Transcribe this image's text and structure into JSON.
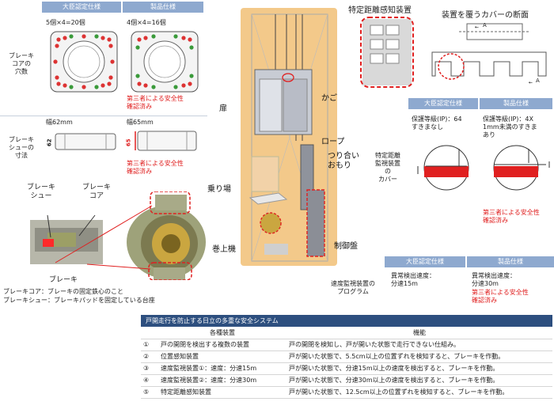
{
  "brake_table": {
    "col_minister": "大臣認定仕様",
    "col_product": "製品仕様",
    "row1_label": "ブレーキ\nコアの\n穴数",
    "row1_minister": "5個×4=20個",
    "row1_product": "4個×4=16個",
    "row1_note": "第三者による安全性\n確認済み",
    "row2_label": "ブレーキ\nシューの\n寸法",
    "row2_minister": "幅62mm",
    "row2_product": "幅65mm",
    "row2_dim_minister": "62",
    "row2_dim_product": "65",
    "row2_note": "第三者による安全性\n確認済み"
  },
  "brake_photo": {
    "label_shoe": "ブレーキ\nシュー",
    "label_core": "ブレーキ\nコア",
    "label_brake": "ブレーキ",
    "caption_1": "ブレーキコア：ブレーキの固定鉄心のこと",
    "caption_2": "ブレーキシュー：ブレーキパッドを固定している台座"
  },
  "elevator": {
    "label_door": "扉",
    "label_car": "かご",
    "label_rope": "ロープ",
    "label_counterweight": "つり合い\nおもり",
    "label_landing": "乗り場",
    "label_hoist": "巻上機",
    "label_controller": "制御盤"
  },
  "sensor": {
    "title": "特定距離感知装置",
    "cover_title": "装置を覆うカバーの断面",
    "cover_marker": "A"
  },
  "cover_table": {
    "col_minister": "大臣認定仕様",
    "col_product": "製品仕様",
    "row_label": "特定距離\n監視装置\nの\nカバー",
    "minister_text": "保護等級(IP)：64\nすきまなし",
    "product_text": "保護等級(IP)：4X\n1mm未満のすきま\nあり",
    "note": "第三者による安全性\n確認済み"
  },
  "speed_table": {
    "col_minister": "大臣認定仕様",
    "col_product": "製品仕様",
    "row_label": "速度監視装置の\nプログラム",
    "minister_text": "異常検出速度：\n分速15m",
    "product_text": "異常検出速度：\n分速30m",
    "note": "第三者による安全性\n確認済み"
  },
  "system_table": {
    "title": "戸開走行を防止する日立の多重な安全システム",
    "col_device": "各種装置",
    "col_function": "機能",
    "rows": [
      {
        "no": "①",
        "device": "戸の開閉を検出する複数の装置",
        "function": "戸の開閉を検知し、戸が開いた状態で走行できない仕組み。"
      },
      {
        "no": "②",
        "device": "位置感知装置",
        "function": "戸が開いた状態で、5.5cm以上の位置ずれを検知すると、ブレーキを作動。"
      },
      {
        "no": "③",
        "device": "速度監視装置①：速度：分速15m",
        "function": "戸が開いた状態で、分速15m以上の速度を検出すると、ブレーキを作動。"
      },
      {
        "no": "④",
        "device": "速度監視装置②：速度：分速30m",
        "function": "戸が開いた状態で、分速30m以上の速度を検出すると、ブレーキを作動。"
      },
      {
        "no": "⑤",
        "device": "特定距離感知装置",
        "function": "戸が開いた状態で、12.5cm以上の位置ずれを検知すると、ブレーキを作動。"
      }
    ]
  },
  "colors": {
    "header": "#8ea9cf",
    "accent_red": "#e02020",
    "shaft": "#f3c98a",
    "title_bar": "#2d4f7f"
  }
}
